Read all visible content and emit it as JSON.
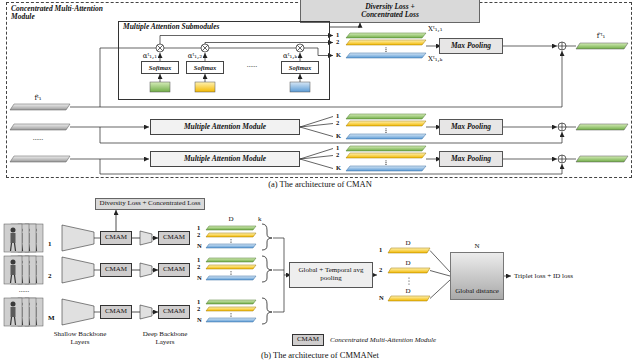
{
  "diagram": {
    "nodes": [
      {
        "text": [
          "Concentrated Multi-Attention Module"
        ]
      },
      {
        "text": [
          "Diversity Loss + Concentrated Loss"
        ],
        "in": 0
      },
      {
        "text": [
          "Multiple Attention Submodules"
        ],
        "in": 0
      },
      {
        "text": [
          "Softmax"
        ],
        "in": 2
      },
      {
        "text": [
          "Softmax"
        ],
        "in": 2
      },
      {
        "text": [
          "Softmax"
        ],
        "in": 2
      },
      {
        "text": [
          "Max Pooling"
        ],
        "in": 0
      },
      {
        "text": [
          "Multiple Attention Module"
        ],
        "in": 0
      },
      {
        "text": [
          "Max Pooling"
        ],
        "in": 0
      },
      {
        "text": [
          "Multiple Attention Module"
        ],
        "in": 0
      },
      {
        "text": [
          "Max Pooling"
        ],
        "in": 0
      },
      {
        "text": [
          "Diversity Loss + Concentrated Loss"
        ]
      },
      {
        "text": [
          "CMAM"
        ]
      },
      {
        "text": [
          "CMAM"
        ]
      },
      {
        "text": [
          "CMAM"
        ]
      },
      {
        "text": [
          "CMAM"
        ]
      },
      {
        "text": [
          "CMAM"
        ]
      },
      {
        "text": [
          "CMAM"
        ]
      },
      {
        "text": [
          "Global + Temporal avg pooling"
        ]
      },
      {
        "text": [
          "Global distance"
        ]
      },
      {
        "text": [
          "CMAM"
        ]
      }
    ],
    "edges": [
      {
        "from": 2,
        "to": 1,
        "arrow": "to"
      },
      {
        "from": 12,
        "to": 11,
        "arrow": "to"
      },
      {
        "from": 12,
        "to": 13,
        "arrow": "to"
      },
      {
        "from": 14,
        "to": 15,
        "arrow": "to"
      },
      {
        "from": 16,
        "to": 17,
        "arrow": "to"
      }
    ],
    "labels": [
      "αᵗ₁,₁",
      "αᵗ₁,₂",
      "αᵗ₁,ₖ",
      "......",
      "fᵗ₁",
      "1",
      "2",
      "K",
      "Xᵗ₁,₁",
      "Xᵗ₁,ₖ",
      "f′ᵗ₁",
      "1",
      "2",
      "K",
      "......",
      "1",
      "2",
      "K",
      "(a) The architecture of CMAN",
      "1",
      "2",
      "M",
      "......",
      "D",
      "k",
      "1",
      "2",
      "N",
      "1",
      "2",
      "N",
      "1",
      "2",
      "N",
      "Shallow Backbone Layers",
      "Deep Backbone Layers",
      "1",
      "D",
      "2",
      "D",
      "N",
      "D",
      "N",
      "Triplet loss + ID loss",
      "Concentrated Multi-Attention Module",
      "(b) The architecture of CMMANet"
    ]
  }
}
